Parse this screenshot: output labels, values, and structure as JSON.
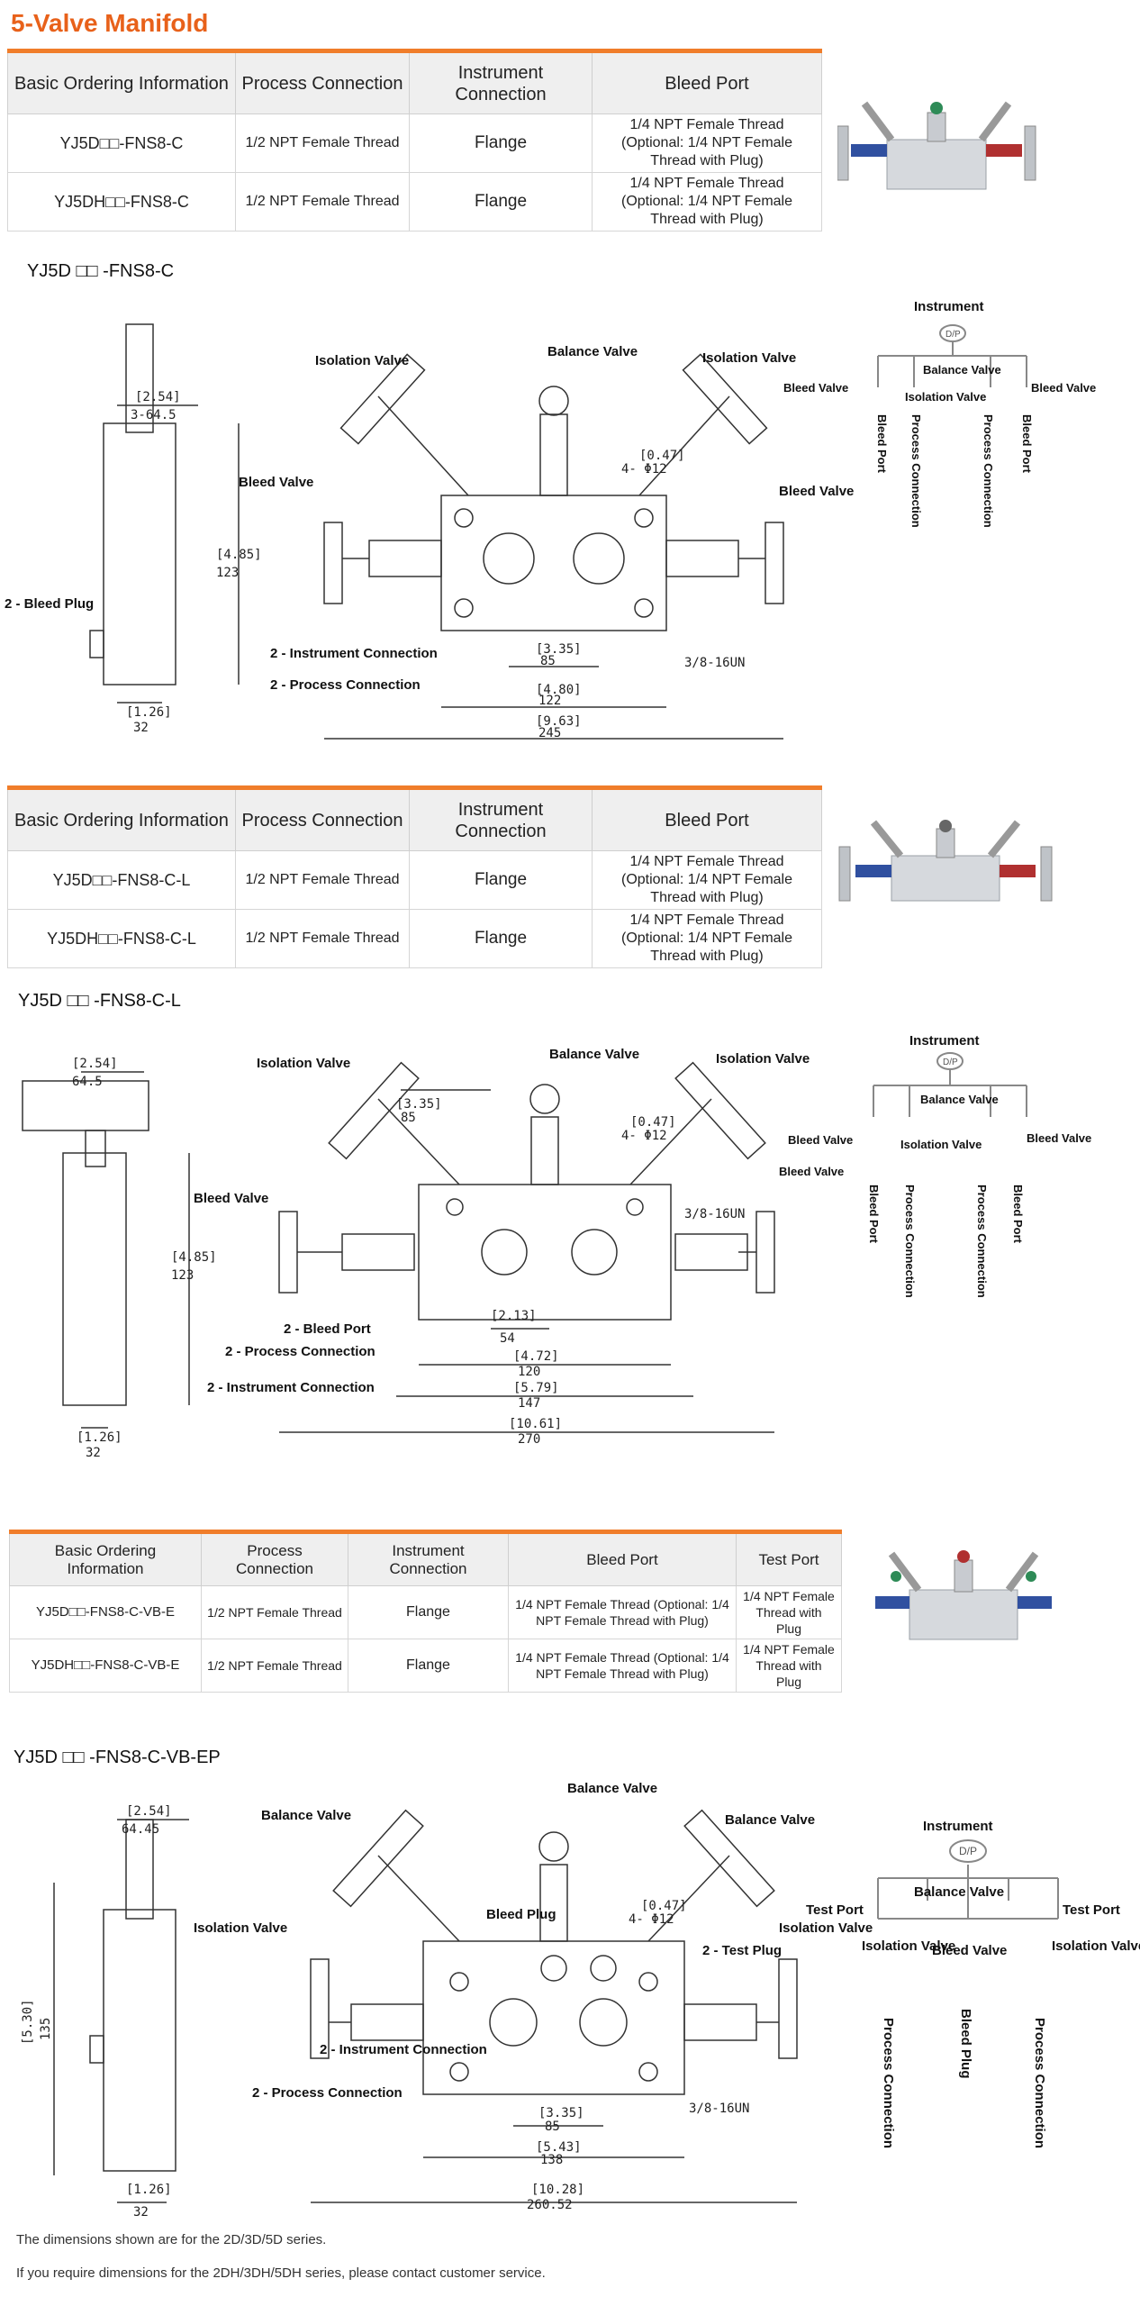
{
  "title": "5-Valve Manifold",
  "table_headers": {
    "ordering": "Basic Ordering Information",
    "process": "Process Connection",
    "instrument": "Instrument Connection",
    "bleed": "Bleed Port",
    "test": "Test Port"
  },
  "tables": [
    {
      "rows": [
        {
          "model": "YJ5D□□-FNS8-C",
          "process": "1/2 NPT Female Thread",
          "instrument": "Flange",
          "bleed": "1/4 NPT Female Thread (Optional: 1/4 NPT Female Thread with Plug)"
        },
        {
          "model": "YJ5DH□□-FNS8-C",
          "process": "1/2 NPT Female Thread",
          "instrument": "Flange",
          "bleed": "1/4 NPT Female Thread (Optional: 1/4 NPT Female Thread with Plug)"
        }
      ]
    },
    {
      "rows": [
        {
          "model": "YJ5D□□-FNS8-C-L",
          "process": "1/2 NPT Female Thread",
          "instrument": "Flange",
          "bleed": "1/4 NPT Female Thread (Optional: 1/4 NPT Female Thread with Plug)"
        },
        {
          "model": "YJ5DH□□-FNS8-C-L",
          "process": "1/2 NPT Female Thread",
          "instrument": "Flange",
          "bleed": "1/4 NPT Female Thread (Optional: 1/4 NPT Female Thread with Plug)"
        }
      ]
    },
    {
      "rows": [
        {
          "model": "YJ5D□□-FNS8-C-VB-E",
          "process": "1/2 NPT Female Thread",
          "instrument": "Flange",
          "bleed": "1/4 NPT Female Thread (Optional: 1/4 NPT Female Thread with Plug)",
          "test": "1/4 NPT Female Thread with Plug"
        },
        {
          "model": "YJ5DH□□-FNS8-C-VB-E",
          "process": "1/2 NPT Female Thread",
          "instrument": "Flange",
          "bleed": "1/4 NPT Female Thread (Optional: 1/4 NPT Female Thread with Plug)",
          "test": "1/4 NPT Female Thread with Plug"
        }
      ]
    }
  ],
  "sections": [
    "YJ5D □□ -FNS8-C",
    "YJ5D □□ -FNS8-C-L",
    "YJ5D □□ -FNS8-C-VB-EP"
  ],
  "labels": {
    "isolation_valve": "Isolation Valve",
    "balance_valve": "Balance Valve",
    "bleed_valve": "Bleed Valve",
    "bleed_plug_2": "2 - Bleed Plug",
    "instrument_conn_2": "2 - Instrument Connection",
    "process_conn_2": "2 - Process Connection",
    "bleed_port_2": "2 - Bleed Port",
    "bleed_plug": "Bleed Plug",
    "test_plug_2": "2 - Test Plug",
    "thread": "3/8-16UN",
    "holes": "4- Φ12",
    "instrument": "Instrument",
    "dp": "D/P",
    "bleed_port": "Bleed Port",
    "process_connection": "Process Connection",
    "test_port": "Test Port"
  },
  "dims1": {
    "a_in": "[2.54]",
    "a_mm": "3-64.5",
    "h_in": "[4.85]",
    "h_mm": "123",
    "b_in": "[1.26]",
    "b_mm": "32",
    "c_in": "[3.35]",
    "c_mm": "85",
    "d_in": "[4.80]",
    "d_mm": "122",
    "e_in": "[9.63]",
    "e_mm": "245",
    "f_in": "[0.47]"
  },
  "dims2": {
    "a_in": "[2.54]",
    "a_mm": "64.5",
    "h_in": "[4.85]",
    "h_mm": "123",
    "b_in": "[1.26]",
    "b_mm": "32",
    "c_in": "[3.35]",
    "c_mm": "85",
    "g_in": "[2.13]",
    "g_mm": "54",
    "d_in": "[4.72]",
    "d_mm": "120",
    "e_in": "[5.79]",
    "e_mm": "147",
    "t_in": "[10.61]",
    "t_mm": "270",
    "f_in": "[0.47]"
  },
  "dims3": {
    "a_in": "[2.54]",
    "a_mm": "64.45",
    "h_in": "[5.30]",
    "h_mm": "135",
    "b_in": "[1.26]",
    "b_mm": "32",
    "c_in": "[3.35]",
    "c_mm": "85",
    "d_in": "[5.43]",
    "d_mm": "138",
    "e_in": "[10.28]",
    "e_mm": "260.52",
    "f_in": "[0.47]"
  },
  "footnote": [
    "The dimensions shown are for the 2D/3D/5D series.",
    "If you require dimensions for the 2DH/3DH/5DH series, please contact customer service."
  ],
  "colors": {
    "accent": "#e8611a",
    "table_rule": "#f07d2a"
  }
}
